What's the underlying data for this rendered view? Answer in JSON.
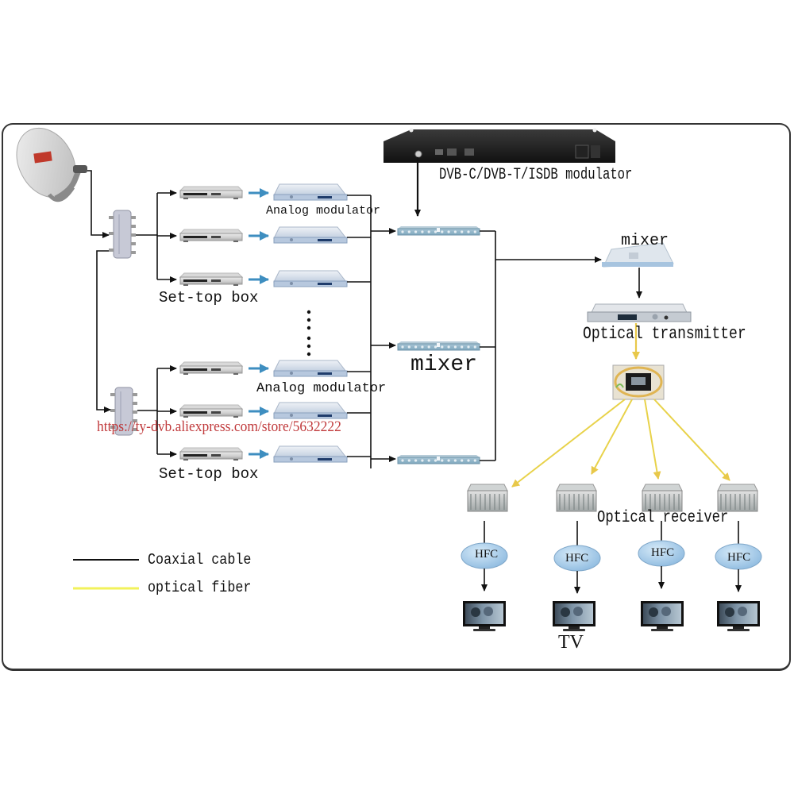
{
  "labels": {
    "dvb_modulator": "DVB-C/DVB-T/ISDB modulator",
    "analog_modulator_top": "Analog modulator",
    "analog_modulator_bottom": "Analog modulator",
    "set_top_box_top": "Set-top box",
    "set_top_box_bottom": "Set-top box",
    "mixer_center": "mixer",
    "mixer_right": "mixer",
    "optical_transmitter": "Optical transmitter",
    "optical_receiver": "Optical receiver",
    "tv": "TV",
    "hfc": [
      "HFC",
      "HFC",
      "HFC",
      "HFC"
    ],
    "ellipsis": "⋮"
  },
  "legend": [
    {
      "label": "Coaxial cable",
      "color": "#111111"
    },
    {
      "label": "optical fiber",
      "color": "#f2f25a"
    }
  ],
  "watermark": "https://ty-dvb.aliexpress.com/store/5632222",
  "colors": {
    "coax": "#111111",
    "fiber": "#e8d24a",
    "stb_arrow": "#3e8ec0",
    "hfc_fill": "#b9d8ee",
    "watermark": "#c0393b"
  }
}
